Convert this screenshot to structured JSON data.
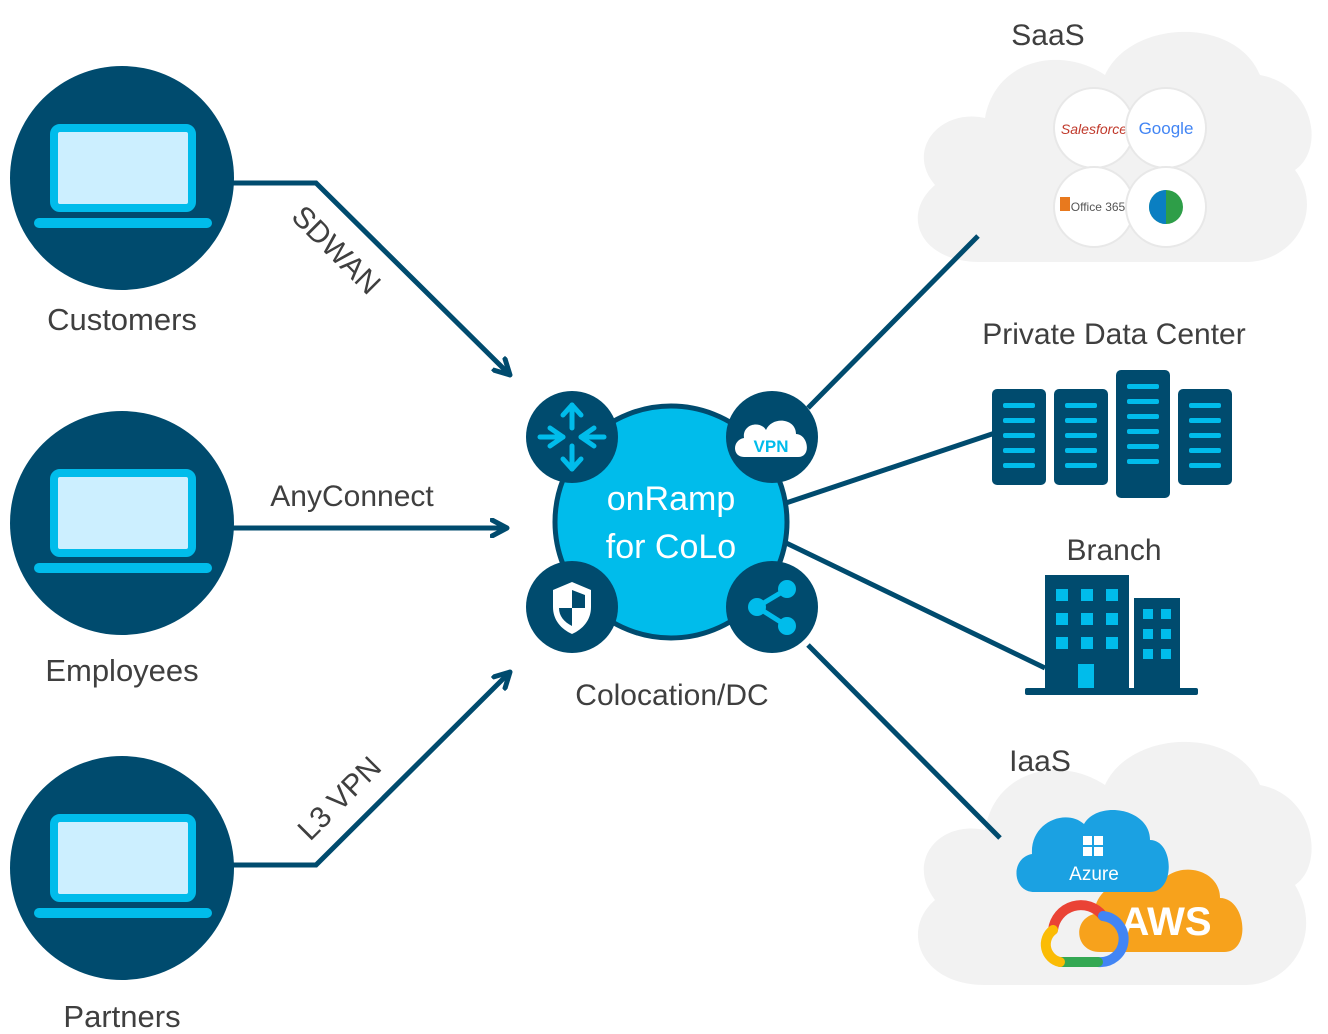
{
  "colors": {
    "navy": "#004B6E",
    "hub": "#00BCEB",
    "screen": "#CCEFFF",
    "cloud": "#F2F2F2",
    "label": "#3F3F3F",
    "azure": "#1BA1E2",
    "aws": "#F7A21C"
  },
  "users": [
    {
      "label": "Customers",
      "icon": "laptop-icon"
    },
    {
      "label": "Employees",
      "icon": "laptop-icon"
    },
    {
      "label": "Partners",
      "icon": "laptop-icon"
    }
  ],
  "links": {
    "sdwan": "SDWAN",
    "anyconnect": "AnyConnect",
    "l3vpn": "L3 VPN"
  },
  "hub": {
    "line1": "onRamp",
    "line2": "for CoLo",
    "caption": "Colocation/DC",
    "vpn_badge": "VPN",
    "icons": [
      "router-icon",
      "vpn-cloud-icon",
      "security-shield-icon",
      "share-icon"
    ]
  },
  "destinations": {
    "saas": {
      "label": "SaaS",
      "apps": [
        {
          "name": "salesforce",
          "text": "Salesforce"
        },
        {
          "name": "google",
          "text": "Google"
        },
        {
          "name": "office365",
          "text": "Office 365"
        },
        {
          "name": "webex",
          "text": ""
        }
      ]
    },
    "private_dc": {
      "label": "Private Data Center",
      "icon": "server-rack-icon"
    },
    "branch": {
      "label": "Branch",
      "icon": "building-icon"
    },
    "iaas": {
      "label": "IaaS",
      "azure": "Azure",
      "aws": "AWS",
      "gcp_icon": "google-cloud-icon"
    }
  }
}
